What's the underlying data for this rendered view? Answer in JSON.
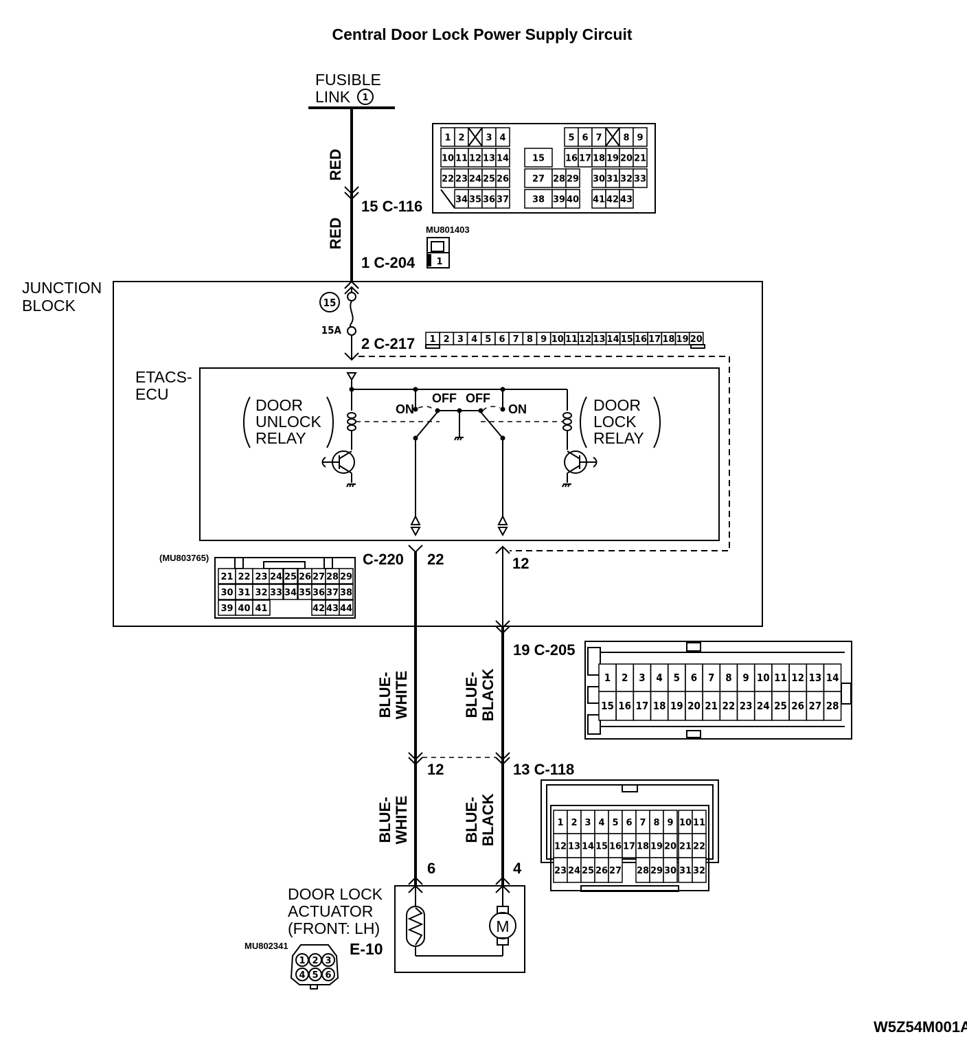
{
  "title": "Central Door Lock Power Supply Circuit",
  "figure_id": "W5Z54M001A",
  "fusible_link": {
    "line1": "FUSIBLE",
    "line2": "LINK",
    "number": "1"
  },
  "wires": {
    "red_1": "RED",
    "red_2": "RED",
    "blue_white_1": [
      "BLUE-",
      "WHITE"
    ],
    "blue_black_1": [
      "BLUE-",
      "BLACK"
    ],
    "blue_white_2": [
      "BLUE-",
      "WHITE"
    ],
    "blue_black_2": [
      "BLUE-",
      "BLACK"
    ]
  },
  "connector_labels": {
    "c116": "15  C-116",
    "c204": "1  C-204",
    "c217": "2  C-217",
    "c220": "C-220",
    "c220_pin_left": "22",
    "c220_pin_right": "12",
    "c205": "19  C-205",
    "c118_pin_left": "12",
    "c118": "13  C-118",
    "e10_pin_left": "6",
    "e10_pin_right": "4",
    "e10": "E-10"
  },
  "part_numbers": {
    "c204": "MU801403",
    "c220": "(MU803765)",
    "e10": "MU802341"
  },
  "junction_block": {
    "label_line1": "JUNCTION",
    "label_line2": "BLOCK",
    "fuse_number": "15",
    "fuse_rating": "15A"
  },
  "etacs": {
    "label_line1": "ETACS-",
    "label_line2": "ECU",
    "unlock_relay": [
      "DOOR",
      "UNLOCK",
      "RELAY"
    ],
    "lock_relay": [
      "DOOR",
      "LOCK",
      "RELAY"
    ],
    "switch_labels": {
      "on_left": "ON",
      "off_left": "OFF",
      "off_right": "OFF",
      "on_right": "ON"
    }
  },
  "actuator": {
    "label": [
      "DOOR LOCK",
      "ACTUATOR",
      "(FRONT: LH)"
    ],
    "motor_symbol": "M"
  },
  "connectors": {
    "c116": {
      "rows": [
        [
          "1",
          "2",
          "X",
          "3",
          "4",
          "",
          "",
          "5",
          "6",
          "7",
          "X",
          "8",
          "9"
        ],
        [
          "10",
          "11",
          "12",
          "13",
          "14",
          "15",
          "16",
          "17",
          "18",
          "19",
          "20",
          "21"
        ],
        [
          "22",
          "23",
          "24",
          "25",
          "26",
          "27",
          "28",
          "29",
          "30",
          "31",
          "32",
          "33"
        ],
        [
          "34",
          "35",
          "36",
          "37",
          "38",
          "39",
          "40",
          "41",
          "42",
          "43"
        ]
      ]
    },
    "c204": {
      "pins": [
        "1"
      ]
    },
    "c217": {
      "pins": [
        "1",
        "2",
        "3",
        "4",
        "5",
        "6",
        "7",
        "8",
        "9",
        "10",
        "11",
        "12",
        "13",
        "14",
        "15",
        "16",
        "17",
        "18",
        "19",
        "20"
      ]
    },
    "c220": {
      "rows": [
        [
          "21",
          "22",
          "23",
          "24",
          "25",
          "26",
          "27",
          "28",
          "29"
        ],
        [
          "30",
          "31",
          "32",
          "33",
          "34",
          "35",
          "36",
          "37",
          "38"
        ],
        [
          "39",
          "40",
          "41",
          "42",
          "43",
          "44"
        ]
      ]
    },
    "c205": {
      "rows": [
        [
          "1",
          "2",
          "3",
          "4",
          "5",
          "6",
          "7",
          "8",
          "9",
          "10",
          "11",
          "12",
          "13",
          "14"
        ],
        [
          "15",
          "16",
          "17",
          "18",
          "19",
          "20",
          "21",
          "22",
          "23",
          "24",
          "25",
          "26",
          "27",
          "28"
        ]
      ]
    },
    "c118": {
      "rows": [
        [
          "1",
          "2",
          "3",
          "4",
          "5",
          "6",
          "7",
          "8",
          "9",
          "10",
          "11"
        ],
        [
          "12",
          "13",
          "14",
          "15",
          "16",
          "17",
          "18",
          "19",
          "20",
          "21",
          "22"
        ],
        [
          "23",
          "24",
          "25",
          "26",
          "27",
          "28",
          "29",
          "30",
          "31",
          "32"
        ]
      ]
    },
    "e10": {
      "pins": [
        "1",
        "2",
        "3",
        "4",
        "5",
        "6"
      ]
    }
  }
}
